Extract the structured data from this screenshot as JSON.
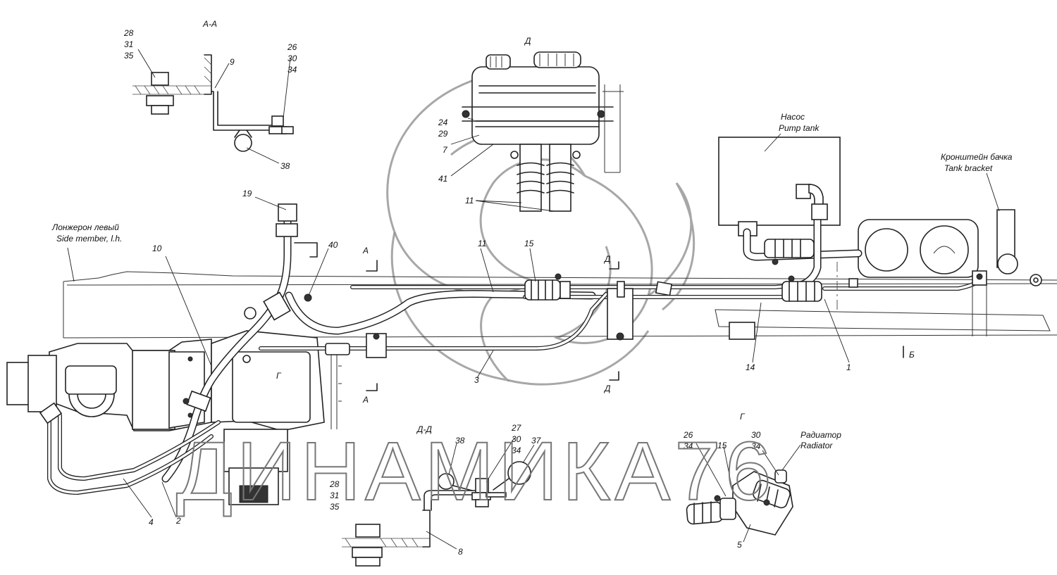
{
  "sections": {
    "aa": "А-А",
    "d_top": "Д",
    "dd": "Д-Д",
    "g": "Г",
    "g_marker": "Г",
    "b_marker": "Б",
    "d_cut_top": "Д",
    "d_cut_bottom": "Д",
    "a_cut_top": "А",
    "a_cut_bottom": "А"
  },
  "captions": {
    "side_member_ru": "Лонжерон левый",
    "side_member_en": "Side member, l.h.",
    "pump_ru": "Насос",
    "pump_en": "Pump tank",
    "bracket_ru": "Кронштейн бачка",
    "bracket_en": "Tank bracket",
    "radiator_ru": "Радиатор",
    "radiator_en": "Radiator"
  },
  "callouts": {
    "c28_31_35_top": [
      "28",
      "31",
      "35"
    ],
    "c26_30_34_top": [
      "26",
      "30",
      "34"
    ],
    "c9": "9",
    "c38_top": "38",
    "c24_29": [
      "24",
      "29"
    ],
    "c7": "7",
    "c41": "41",
    "c11_top": "11",
    "c19": "19",
    "c40": "40",
    "c10": "10",
    "c11_mid": "11",
    "c15_mid": "15",
    "c14": "14",
    "c1": "1",
    "c3": "3",
    "c4": "4",
    "c2": "2",
    "c38_bottom": "38",
    "c27_30_34": [
      "27",
      "30",
      "34"
    ],
    "c37": "37",
    "c28_31_35_bottom": [
      "28",
      "31",
      "35"
    ],
    "c8": "8",
    "c26_34_right": [
      "26",
      "34"
    ],
    "c15_right": "15",
    "c30_34_right": [
      "30",
      "34"
    ],
    "c5": "5"
  },
  "watermark": {
    "text": "ДИНАМИКА76",
    "icon": "swirl-logo-icon"
  },
  "colors": {
    "ink": "#222222",
    "paper": "#ffffff",
    "watermark": "#8a8a8a"
  }
}
